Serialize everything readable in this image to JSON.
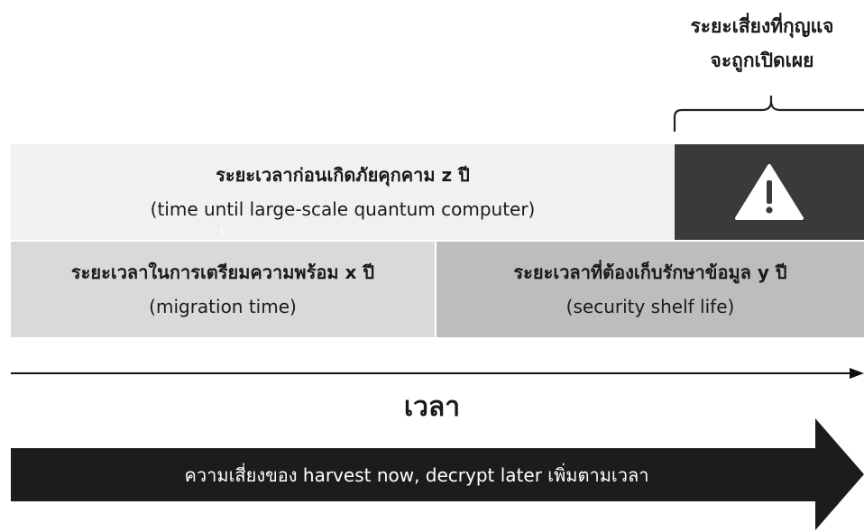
{
  "risk_window": {
    "line1": "ระยะเสี่ยงที่กุญแจ",
    "line2": "จะถูกเปิดเผย"
  },
  "threat_time": {
    "line1": "ระยะเวลาก่อนเกิดภัยคุกคาม z ปี",
    "line2": "(time until large-scale quantum computer)"
  },
  "migration_time": {
    "line1": "ระยะเวลาในการเตรียมความพร้อม x ปี",
    "line2": "(migration time)"
  },
  "shelf_life": {
    "line1": "ระยะเวลาที่ต้องเก็บรักษาข้อมูล y ปี",
    "line2": "(security shelf life)"
  },
  "stray_mark": "t",
  "axis_label": "เวลา",
  "risk_arrow_text": "ความเสี่ยงของ harvest now, decrypt later เพิ่มตามเวลา",
  "colors": {
    "threat_bg": "#f1f1f1",
    "migration_bg": "#d9d9d9",
    "shelf_bg": "#bdbdbd",
    "warning_bg": "#3a3a3a",
    "arrow_bg": "#1c1c1c"
  }
}
